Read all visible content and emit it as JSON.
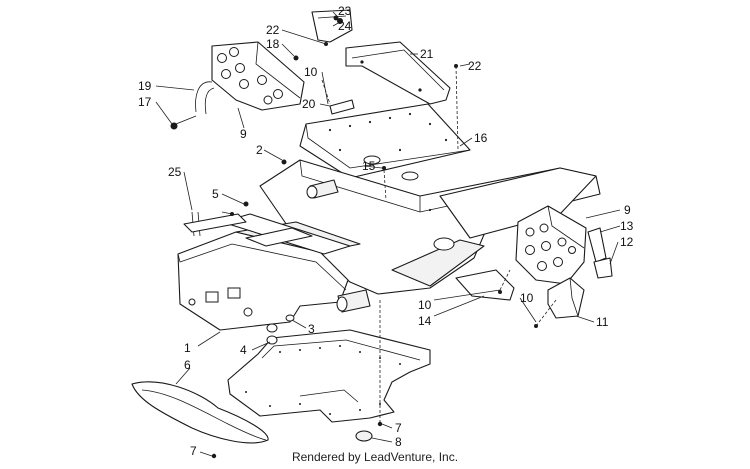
{
  "diagram": {
    "credit": "Rendered by LeadVenture, Inc.",
    "callouts": [
      {
        "id": "c1",
        "label": "1"
      },
      {
        "id": "c2",
        "label": "2"
      },
      {
        "id": "c3",
        "label": "3"
      },
      {
        "id": "c4",
        "label": "4"
      },
      {
        "id": "c5",
        "label": "5"
      },
      {
        "id": "c6",
        "label": "6"
      },
      {
        "id": "c7a",
        "label": "7"
      },
      {
        "id": "c7b",
        "label": "7"
      },
      {
        "id": "c8",
        "label": "8"
      },
      {
        "id": "c9a",
        "label": "9"
      },
      {
        "id": "c9b",
        "label": "9"
      },
      {
        "id": "c10a",
        "label": "10"
      },
      {
        "id": "c10b",
        "label": "10"
      },
      {
        "id": "c10c",
        "label": "10"
      },
      {
        "id": "c11",
        "label": "11"
      },
      {
        "id": "c12",
        "label": "12"
      },
      {
        "id": "c13",
        "label": "13"
      },
      {
        "id": "c14",
        "label": "14"
      },
      {
        "id": "c15",
        "label": "15"
      },
      {
        "id": "c16",
        "label": "16"
      },
      {
        "id": "c17",
        "label": "17"
      },
      {
        "id": "c18",
        "label": "18"
      },
      {
        "id": "c19",
        "label": "19"
      },
      {
        "id": "c20",
        "label": "20"
      },
      {
        "id": "c21",
        "label": "21"
      },
      {
        "id": "c22a",
        "label": "22"
      },
      {
        "id": "c22b",
        "label": "22"
      },
      {
        "id": "c23",
        "label": "23"
      },
      {
        "id": "c24",
        "label": "24"
      },
      {
        "id": "c25",
        "label": "25"
      }
    ]
  }
}
